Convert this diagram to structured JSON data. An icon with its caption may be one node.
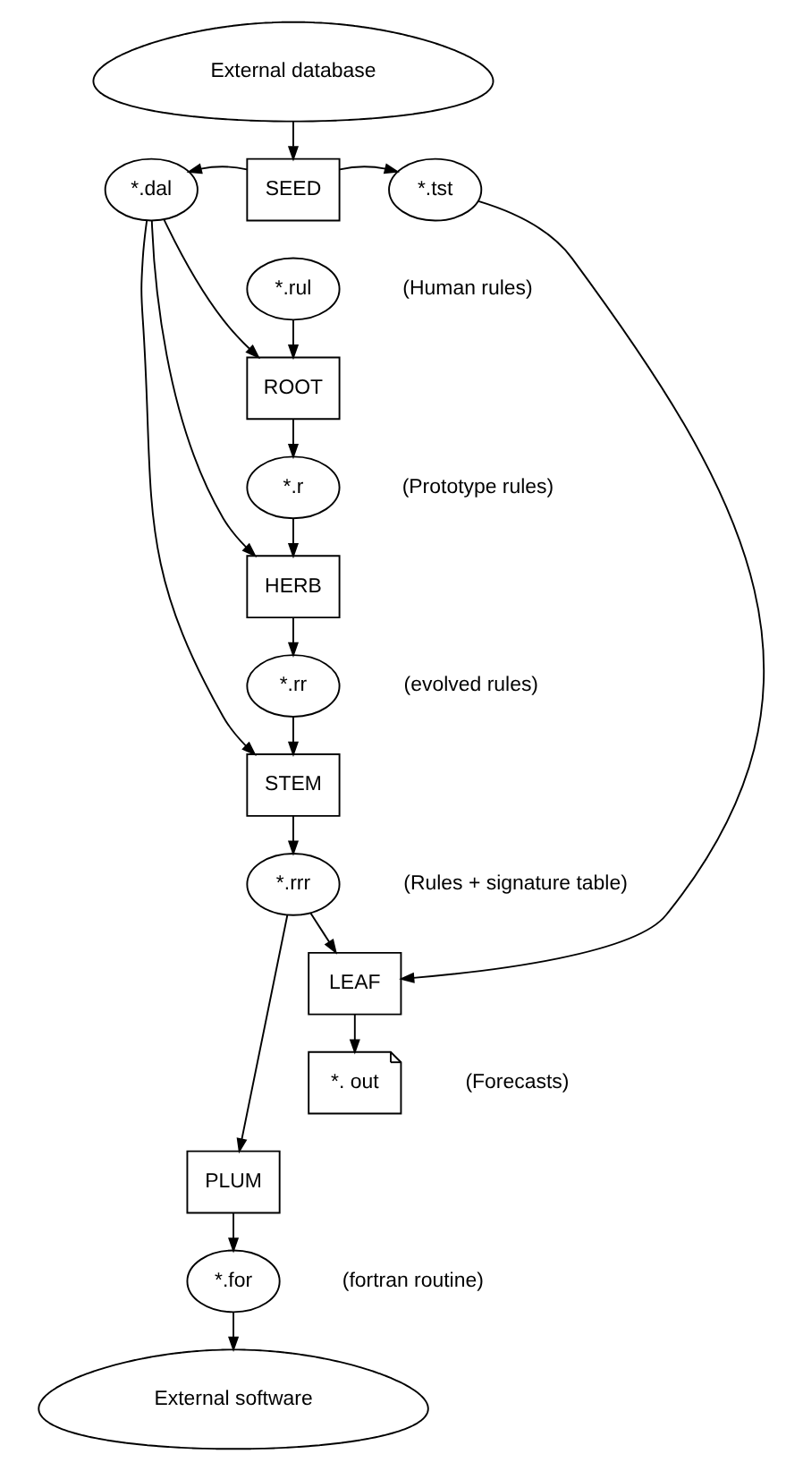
{
  "diagram": {
    "nodes": [
      {
        "text": [
          "External database"
        ]
      },
      {
        "text": [
          "SEED"
        ]
      },
      {
        "text": [
          "*.dal"
        ]
      },
      {
        "text": [
          "*.tst"
        ]
      },
      {
        "text": [
          "*.rul"
        ],
        "beside": [
          "(Human rules)"
        ]
      },
      {
        "text": [
          "ROOT"
        ]
      },
      {
        "text": [
          "*.r"
        ],
        "beside": [
          "(Prototype rules)"
        ]
      },
      {
        "text": [
          "HERB"
        ]
      },
      {
        "text": [
          "*.rr"
        ],
        "beside": [
          "(evolved rules)"
        ]
      },
      {
        "text": [
          "STEM"
        ]
      },
      {
        "text": [
          "*.rrr"
        ],
        "beside": [
          "(Rules + signature table)"
        ]
      },
      {
        "text": [
          "LEAF"
        ]
      },
      {
        "text": [
          "*. out"
        ],
        "beside": [
          "(Forecasts)"
        ]
      },
      {
        "text": [
          "PLUM"
        ]
      },
      {
        "text": [
          "*.for"
        ],
        "beside": [
          "(fortran routine)"
        ]
      },
      {
        "text": [
          "External software"
        ]
      }
    ],
    "edges": [
      {
        "from": 0,
        "to": 1,
        "arrow": "to"
      },
      {
        "from": 1,
        "to": 2,
        "arrow": "to"
      },
      {
        "from": 1,
        "to": 3,
        "arrow": "to"
      },
      {
        "from": 2,
        "to": 5,
        "arrow": "to"
      },
      {
        "from": 4,
        "to": 5,
        "arrow": "to"
      },
      {
        "from": 5,
        "to": 6,
        "arrow": "to"
      },
      {
        "from": 2,
        "to": 7,
        "arrow": "to"
      },
      {
        "from": 6,
        "to": 7,
        "arrow": "to"
      },
      {
        "from": 7,
        "to": 8,
        "arrow": "to"
      },
      {
        "from": 2,
        "to": 9,
        "arrow": "to"
      },
      {
        "from": 8,
        "to": 9,
        "arrow": "to"
      },
      {
        "from": 9,
        "to": 10,
        "arrow": "to"
      },
      {
        "from": 10,
        "to": 11,
        "arrow": "to"
      },
      {
        "from": 3,
        "to": 11,
        "arrow": "to"
      },
      {
        "from": 11,
        "to": 12,
        "arrow": "to"
      },
      {
        "from": 10,
        "to": 13,
        "arrow": "to"
      },
      {
        "from": 13,
        "to": 14,
        "arrow": "to"
      },
      {
        "from": 14,
        "to": 15,
        "arrow": "to"
      }
    ]
  }
}
